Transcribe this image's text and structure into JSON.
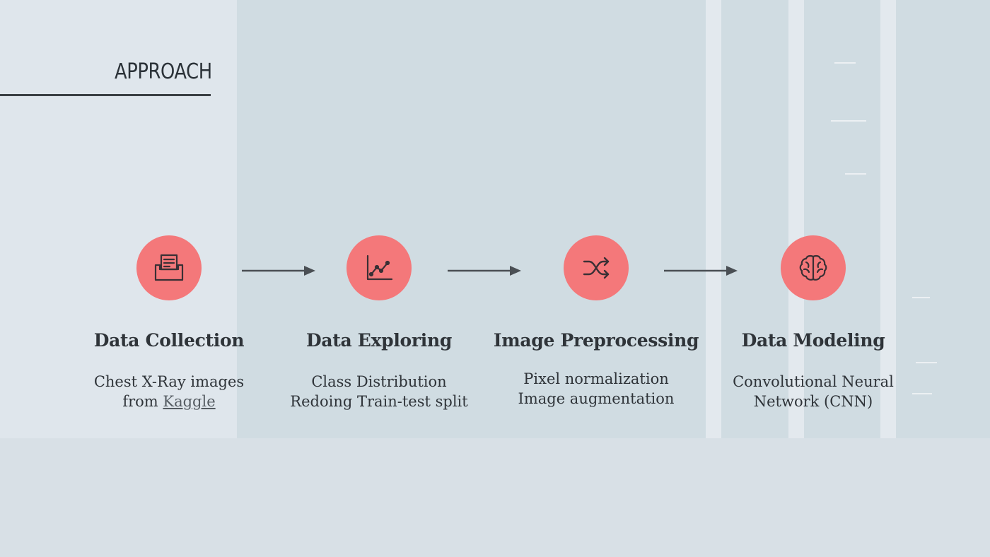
{
  "slide": {
    "title": "APPROACH"
  },
  "steps": [
    {
      "icon": "document-folder-icon",
      "heading": "Data Collection",
      "desc_line1": "Chest X-Ray images",
      "desc_line2_prefix": "from ",
      "desc_line2_link": "Kaggle"
    },
    {
      "icon": "line-chart-icon",
      "heading": "Data Exploring",
      "desc_line1": "Class Distribution",
      "desc_line2": "Redoing Train-test split"
    },
    {
      "icon": "shuffle-icon",
      "heading": "Image Preprocessing",
      "desc_line1": "Pixel normalization",
      "desc_line2": "Image augmentation"
    },
    {
      "icon": "brain-icon",
      "heading": "Data Modeling",
      "desc_line1": "Convolutional Neural",
      "desc_line2": "Network (CNN)"
    }
  ],
  "colors": {
    "accent": "#f4787a",
    "text": "#2f3439",
    "background": "#dfe6ec"
  }
}
